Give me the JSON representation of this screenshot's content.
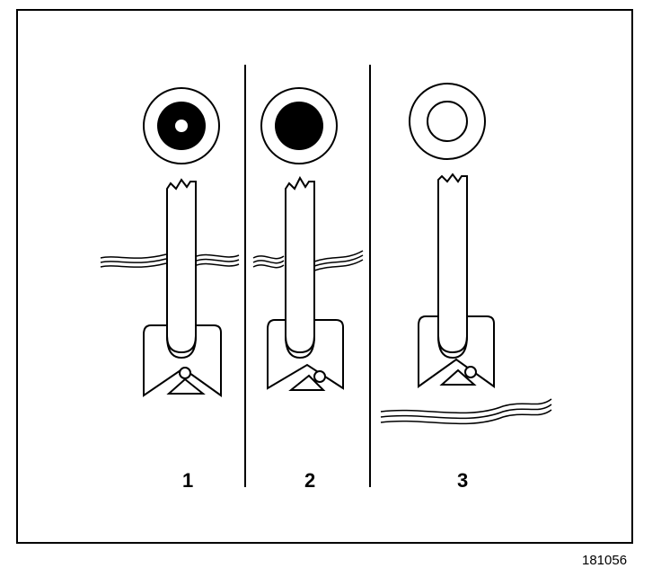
{
  "panels": [
    {
      "label": "1",
      "indicator": "ring-with-center-hole"
    },
    {
      "label": "2",
      "indicator": "filled-disc"
    },
    {
      "label": "3",
      "indicator": "empty-ring"
    }
  ],
  "reference_code": "181056",
  "colors": {
    "line": "#000000",
    "background": "#ffffff"
  }
}
